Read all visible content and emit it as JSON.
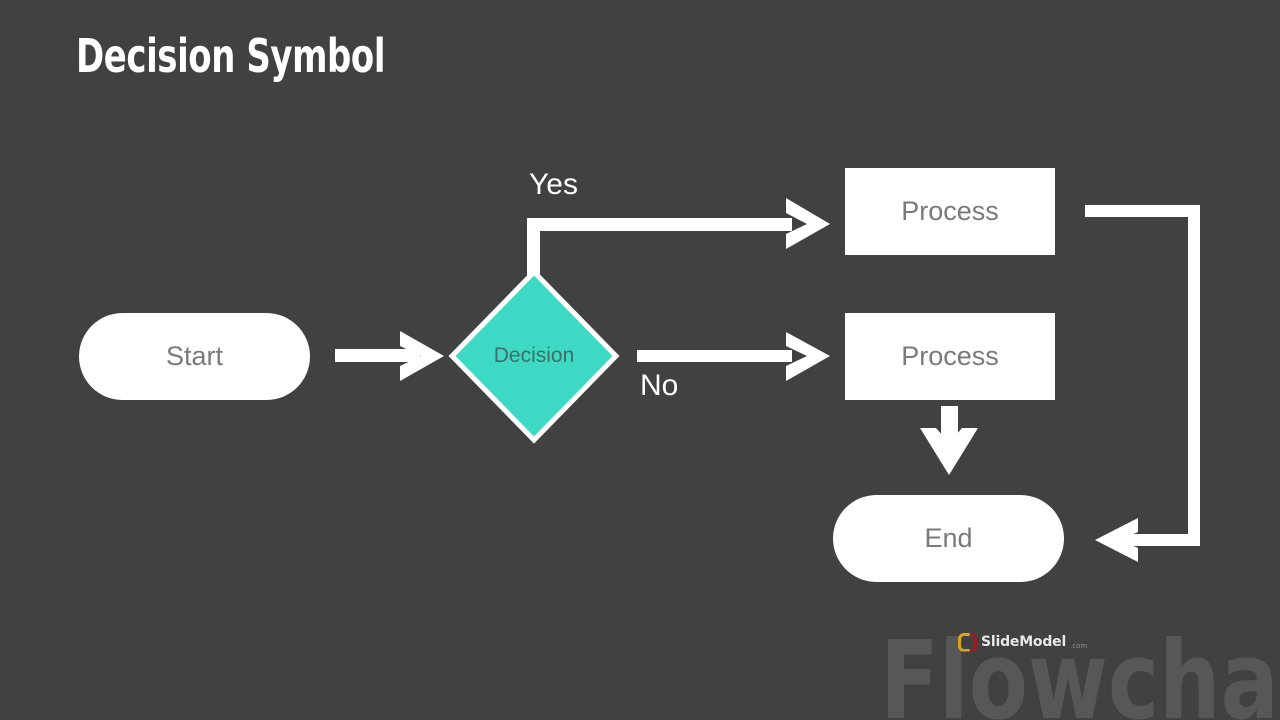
{
  "slide": {
    "title": "Decision Symbol",
    "background_color": "#414141"
  },
  "colors": {
    "background": "#414141",
    "node_fill": "#ffffff",
    "node_text": "#7a7a7a",
    "decision_fill": "#3ed9c4",
    "decision_stroke": "#ffffff",
    "decision_text": "#3f6f68",
    "connector": "#ffffff",
    "title_text": "#ffffff",
    "watermark": "#575757"
  },
  "flowchart": {
    "nodes": [
      {
        "id": "start",
        "label": "Start",
        "shape": "terminator"
      },
      {
        "id": "decision",
        "label": "Decision",
        "shape": "diamond"
      },
      {
        "id": "process_yes",
        "label": "Process",
        "shape": "process"
      },
      {
        "id": "process_no",
        "label": "Process",
        "shape": "process"
      },
      {
        "id": "end",
        "label": "End",
        "shape": "terminator"
      }
    ],
    "edges": [
      {
        "from": "start",
        "to": "decision",
        "label": ""
      },
      {
        "from": "decision",
        "to": "process_yes",
        "label": "Yes"
      },
      {
        "from": "decision",
        "to": "process_no",
        "label": "No"
      },
      {
        "from": "process_no",
        "to": "end",
        "label": ""
      },
      {
        "from": "process_yes",
        "to": "end",
        "label": ""
      }
    ]
  },
  "watermark": {
    "text": "Flowchart",
    "brand_name": "SlideModel",
    "brand_tld": ".com"
  }
}
